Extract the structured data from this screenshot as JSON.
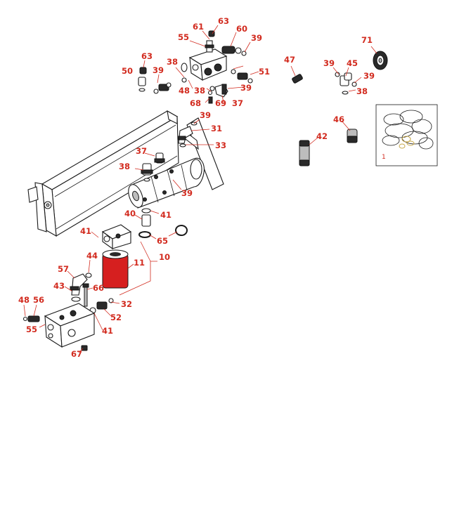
{
  "diagram": {
    "accent_color": "#d22b1f",
    "filter_color": "#d61f1f",
    "callouts": [
      "63",
      "61",
      "60",
      "55",
      "39",
      "50",
      "63",
      "38",
      "39",
      "51",
      "48",
      "38",
      "39",
      "68",
      "69",
      "37",
      "47",
      "39",
      "45",
      "39",
      "38",
      "71",
      "39",
      "31",
      "33",
      "37",
      "38",
      "39",
      "40",
      "41",
      "41",
      "65",
      "44",
      "10",
      "11",
      "57",
      "43",
      "66",
      "32",
      "48",
      "56",
      "52",
      "55",
      "41",
      "67",
      "42",
      "46"
    ],
    "kit_label": "1"
  }
}
